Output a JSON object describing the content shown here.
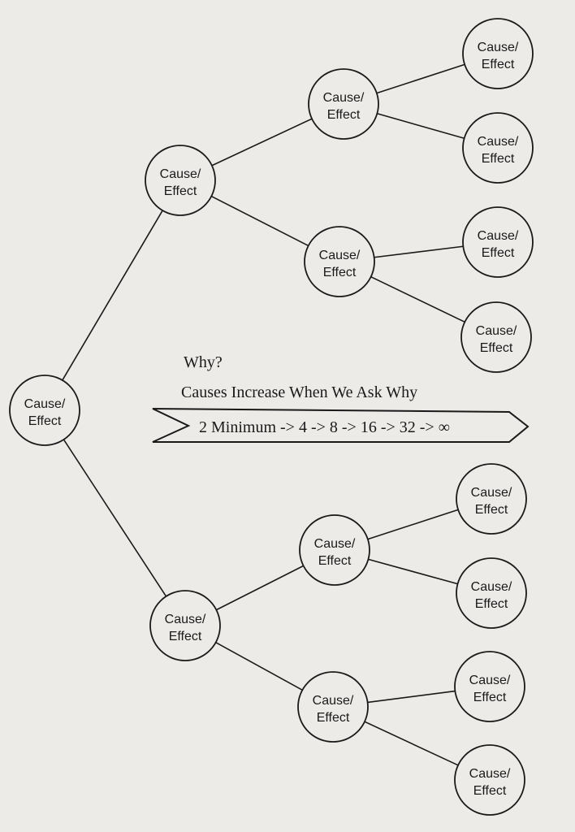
{
  "node_label_line1": "Cause/",
  "node_label_line2": "Effect",
  "why": "Why?",
  "caption": "Causes Increase When We Ask Why",
  "arrow_text": "2 Minimum -> 4 -> 8 -> 16 -> 32 -> ∞",
  "tree": {
    "root": "Cause/Effect",
    "levels": [
      1,
      2,
      4,
      8
    ]
  }
}
